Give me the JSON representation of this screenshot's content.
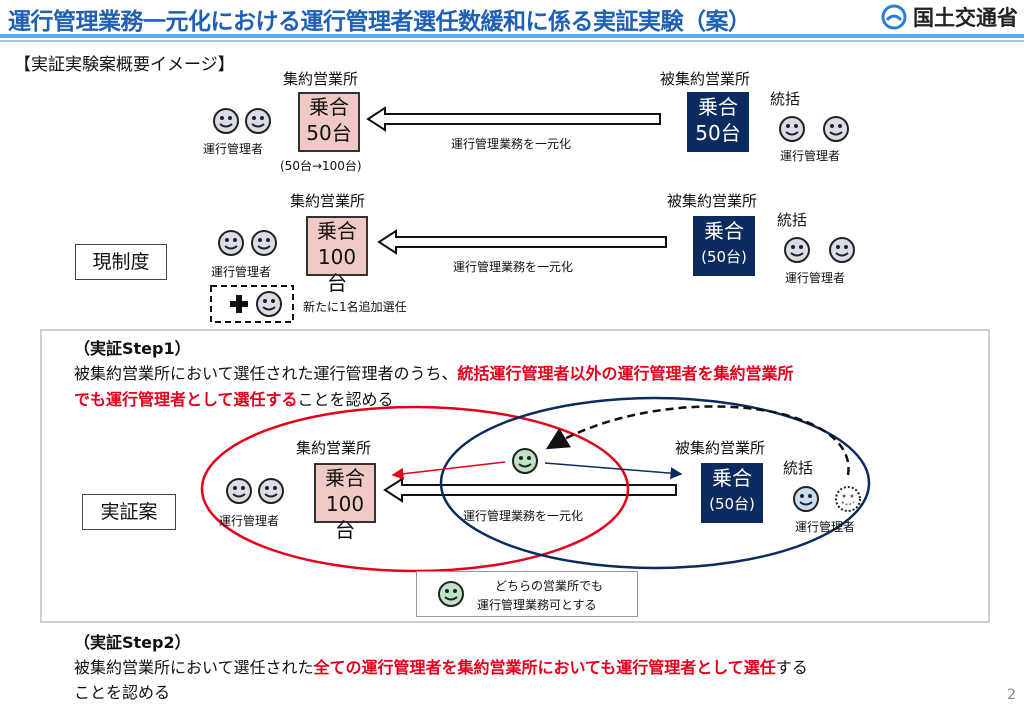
{
  "header": {
    "title": "運行管理業務一元化における運行管理者選任数緩和に係る実証実験（案）",
    "ministry": "国土交通省",
    "accent": "#1f5fb4"
  },
  "heading": "【実証実験案概要イメージ】",
  "row1": {
    "left_office": "集約営業所",
    "left_vehicles_line1": "乗合",
    "left_vehicles_line2": "50台",
    "left_manager": "運行管理者",
    "left_note": "(50台→100台)",
    "arrow_label": "運行管理業務を一元化",
    "right_office": "被集約営業所",
    "right_vehicles_line1": "乗合",
    "right_vehicles_line2": "50台",
    "supervise": "統括",
    "right_manager": "運行管理者"
  },
  "row2": {
    "left_office": "集約営業所",
    "left_vehicles_line1": "乗合",
    "left_vehicles_line2": "100台",
    "left_manager": "運行管理者",
    "current_system": "現制度",
    "additional": "新たに1名追加選任",
    "arrow_label": "運行管理業務を一元化",
    "right_office": "被集約営業所",
    "right_vehicles_line1": "乗合",
    "right_vehicles_line2": "(50台)",
    "supervise": "統括",
    "right_manager": "運行管理者"
  },
  "step1": {
    "title": "（実証Step1）",
    "text_line1_plain": "被集約営業所において選任された運行管理者のうち、",
    "text_line1_red": "統括運行管理者以外の運行管理者を集約営業所",
    "text_line2_red": "でも運行管理者として選任する",
    "text_line2_plain": "ことを認める",
    "proposal_label": "実証案",
    "left_office": "集約営業所",
    "left_vehicles_line1": "乗合",
    "left_vehicles_line2": "100台",
    "left_manager": "運行管理者",
    "arrow_label": "運行管理業務を一元化",
    "right_office": "被集約営業所",
    "right_vehicles_line1": "乗合",
    "right_vehicles_line2": "(50台)",
    "supervise": "統括",
    "right_manager": "運行管理者",
    "legend_line1": "どちらの営業所でも",
    "legend_line2": "運行管理業務可とする"
  },
  "step2": {
    "title": "（実証Step2）",
    "text_line1_plain": "被集約営業所において選任された",
    "text_line1_red": "全ての運行管理者を集約営業所においても運行管理者として選任",
    "text_line1_tail": "する",
    "text_line2": "ことを認める"
  },
  "page_number": "2",
  "colors": {
    "pink_box": "#f0c9c5",
    "navy_box": "#0b2b5f",
    "red_text": "#e3001b",
    "face_fill": "#d9dde8",
    "green_face": "#bfe3c6"
  }
}
